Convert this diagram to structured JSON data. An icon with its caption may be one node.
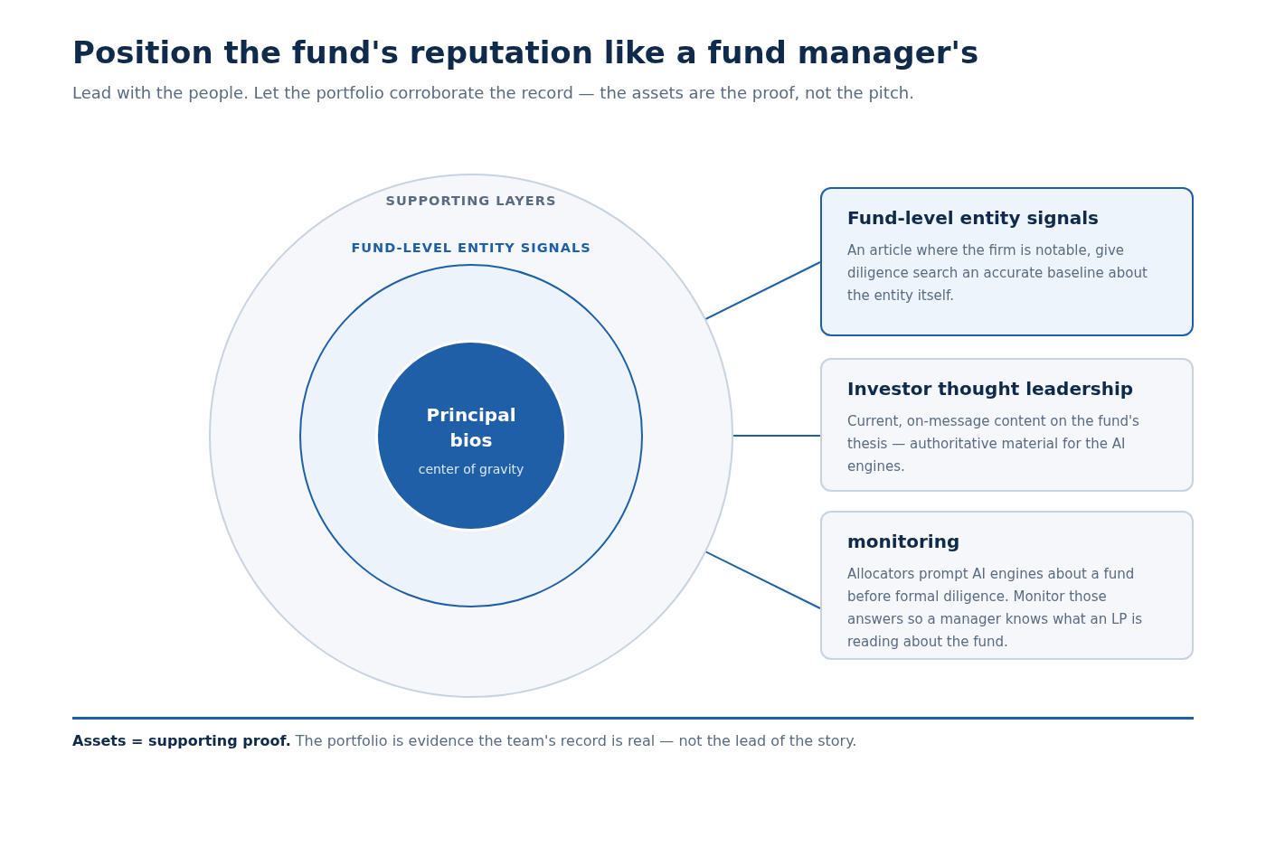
{
  "diagram": {
    "title": "Position the fund's reputation like a fund manager's",
    "nodes": [
      {
        "text": [
          "SUPPORTING LAYERS"
        ]
      },
      {
        "text": [
          "FUND-LEVEL ENTITY SIGNALS"
        ],
        "in": 0
      },
      {
        "text": [
          "Principal bios",
          "center of gravity"
        ],
        "in": 1
      },
      {
        "text": [
          "Fund-level entity signals",
          "An article where the firm is notable, give diligence search an accurate baseline about the entity itself."
        ]
      },
      {
        "text": [
          "Investor thought leadership",
          "Current, on-message content on the fund's thesis — authoritative material for the AI engines."
        ]
      },
      {
        "text": [
          "monitoring",
          "Allocators prompt AI engines about a fund before formal diligence. Monitor those answers so a manager knows what an LP is reading about the fund."
        ]
      }
    ],
    "edges": [
      {
        "from": 1,
        "to": 3,
        "arrow": "none"
      },
      {
        "from": 1,
        "to": 4,
        "arrow": "none"
      },
      {
        "from": 1,
        "to": 5,
        "arrow": "none"
      }
    ],
    "labels": [
      "Lead with the people. Let the portfolio corroborate the record — the assets are the proof, not the pitch.",
      "**Assets = supporting proof.** The portfolio is evidence the team's record is real — not the lead of the story."
    ]
  }
}
